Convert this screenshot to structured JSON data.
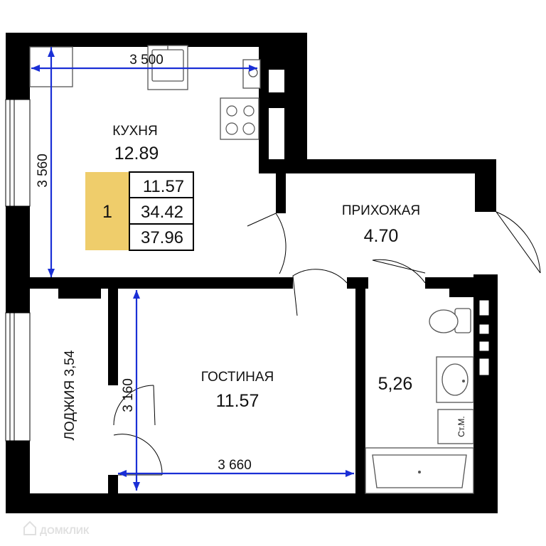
{
  "colors": {
    "wall": "#000000",
    "dimension": "#1a2fd6",
    "badge_fill": "#efcd6b",
    "watermark": "#c7c7c7"
  },
  "rooms": {
    "kitchen": {
      "name": "КУХНЯ",
      "area": "12.89"
    },
    "hallway": {
      "name": "ПРИХОЖАЯ",
      "area": "4.70"
    },
    "living": {
      "name": "ГОСТИНАЯ",
      "area": "11.57"
    },
    "bathroom": {
      "area": "5,26"
    },
    "loggia": {
      "name": "ЛОДЖИЯ 3,54"
    }
  },
  "summary": {
    "rooms_count": "1",
    "living_area": "11.57",
    "total_area": "34.42",
    "total_with_loggia": "37.96"
  },
  "dimensions": {
    "kitchen_width": "3 500",
    "kitchen_length": "3 560",
    "living_length": "3 160",
    "living_width": "3 660"
  },
  "fixtures": {
    "washer_label": "Ст.М."
  },
  "watermark": {
    "text": "ДОМКЛИК",
    "icon": "domclick-house-icon"
  }
}
